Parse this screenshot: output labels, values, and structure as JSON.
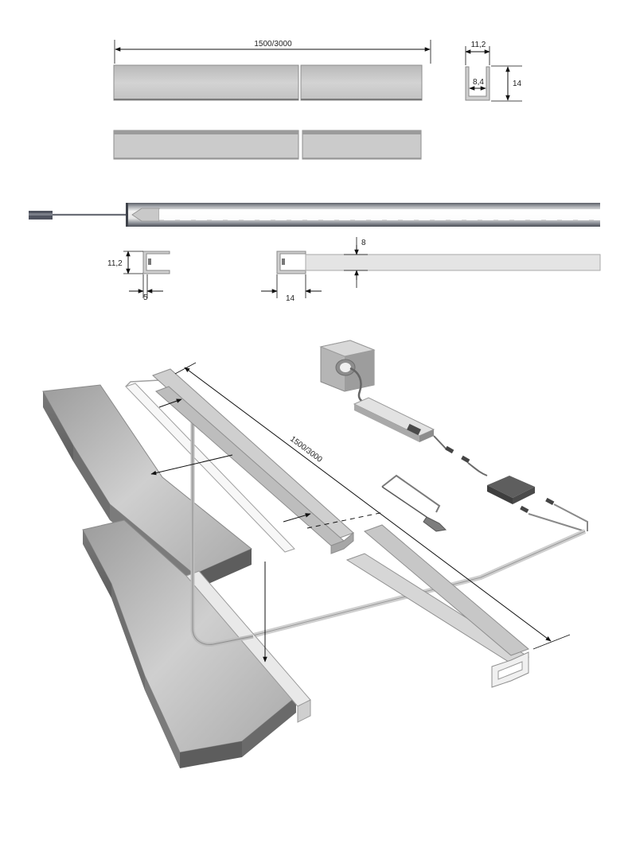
{
  "dimensions": {
    "length_top": "1500/3000",
    "profile_width": "11,2",
    "profile_inner": "8,4",
    "profile_height": "14",
    "small_height": "11,2",
    "small_width": "5",
    "glass_thickness": "8",
    "glass_depth": "14",
    "length_diagonal": "1500/3000"
  }
}
